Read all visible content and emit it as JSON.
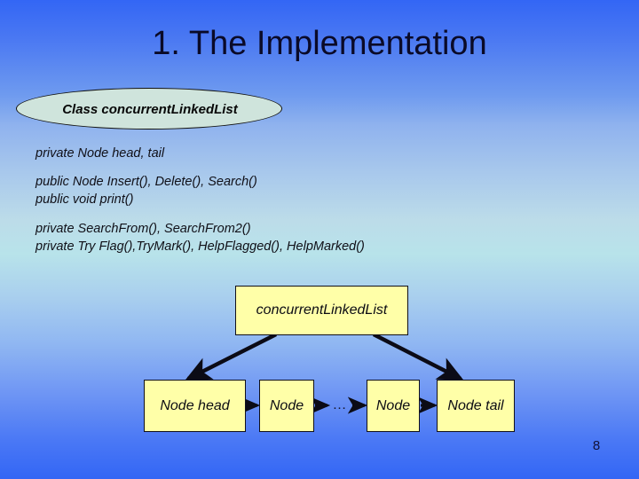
{
  "slide": {
    "title": "1. The Implementation",
    "page_number": "8",
    "background": {
      "top_color": "#3366f5",
      "middle_color": "#b8e3ea",
      "bottom_color": "#3366f5"
    }
  },
  "callout": {
    "label": "Class concurrentLinkedList",
    "fill_color": "#cfe4dc",
    "border_color": "#11110f"
  },
  "body": {
    "blocks": [
      {
        "lines": [
          "private Node head, tail"
        ]
      },
      {
        "lines": [
          "public Node Insert(), Delete(), Search()",
          "public void print()"
        ]
      },
      {
        "lines": [
          "private SearchFrom(), SearchFrom2()",
          "private Try Flag(),TryMark(), HelpFlagged(), HelpMarked()"
        ]
      }
    ]
  },
  "diagram": {
    "box_fill_color": "#ffffa8",
    "box_border_color": "#10101c",
    "root": {
      "label": "concurrentLinkedList"
    },
    "nodes": [
      {
        "label": "Node head"
      },
      {
        "label": "Node"
      },
      {
        "label": "Node"
      },
      {
        "label": "Node tail"
      }
    ],
    "ellipsis": "…",
    "arrows": {
      "root_to_head": "diagonal-down-left",
      "root_to_tail": "diagonal-down-right",
      "node_chain": "horizontal-right"
    }
  }
}
